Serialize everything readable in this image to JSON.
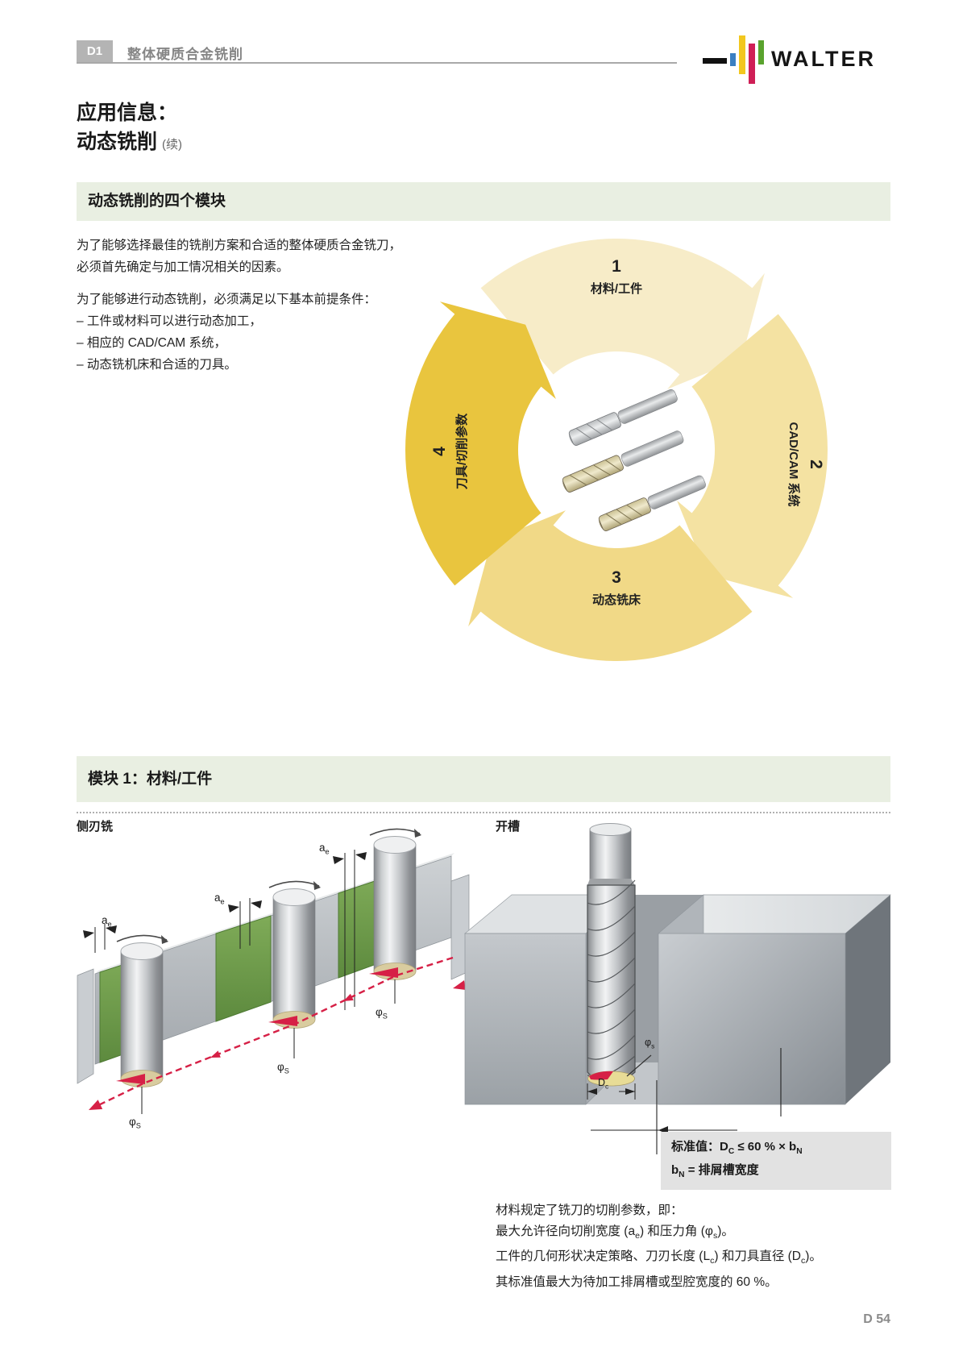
{
  "theme": {
    "band-green": "#e9efe2",
    "cycle1": "#f7ecc8",
    "cycle2": "#f4e2a2",
    "cycle3": "#f1d987",
    "cycle4": "#e9c53e",
    "accent-red": "#d62046",
    "logo-blue": "#3a7fc2",
    "logo-yellow": "#f2c71f",
    "logo-magenta": "#cf1f56",
    "logo-green": "#5aa32e"
  },
  "header": {
    "code": "D1",
    "title": "整体硬质合金铣削",
    "brand": "WALTER"
  },
  "title": {
    "line1": "应用信息：",
    "line2": "动态铣削",
    "cont": "(续)"
  },
  "overview": {
    "band": "动态铣削的四个模块",
    "p1l1": "为了能够选择最佳的铣削方案和合适的整体硬质合金铣刀，",
    "p1l2": "必须首先确定与加工情况相关的因素。",
    "p2": "为了能够进行动态铣削，必须满足以下基本前提条件：",
    "bullets": [
      "– 工件或材料可以进行动态加工，",
      "– 相应的 CAD/CAM 系统，",
      "– 动态铣机床和合适的刀具。"
    ],
    "modules": [
      {
        "number": "1",
        "label": "材料/工件"
      },
      {
        "number": "2",
        "label": "CAD/CAM 系统"
      },
      {
        "number": "3",
        "label": "动态铣床"
      },
      {
        "number": "4",
        "label": "刀具/切削参数"
      }
    ]
  },
  "module1": {
    "band": "模块 1：材料/工件",
    "caption_left": "侧刃铣",
    "caption_right": "开槽",
    "labels": {
      "ae": [
        {
          "t": "a"
        },
        {
          "s": "e"
        }
      ],
      "phis": [
        {
          "t": "φ"
        },
        {
          "s": "S"
        }
      ],
      "phis_small": [
        {
          "t": "φ"
        },
        {
          "s": "s"
        }
      ],
      "dc": [
        {
          "t": "D"
        },
        {
          "s": "c"
        }
      ]
    },
    "formula": {
      "line1": [
        {
          "t": "标准值：D"
        },
        {
          "s": "C"
        },
        {
          "t": " ≤ 60 % × b"
        },
        {
          "s": "N"
        }
      ],
      "line2": [
        {
          "t": "b"
        },
        {
          "s": "N"
        },
        {
          "t": " = 排屑槽宽度"
        }
      ]
    },
    "note": {
      "l1": [
        {
          "t": "材料规定了铣刀的切削参数，即："
        }
      ],
      "l2": [
        {
          "t": "最大允许径向切削宽度 (a"
        },
        {
          "s": "e"
        },
        {
          "t": ") 和压力角 (φ"
        },
        {
          "s": "s"
        },
        {
          "t": ")。"
        }
      ],
      "l3": [
        {
          "t": "工件的几何形状决定策略、刀刃长度 (L"
        },
        {
          "s": "c"
        },
        {
          "t": ") 和刀具直径 (D"
        },
        {
          "s": "c"
        },
        {
          "t": ")。"
        }
      ],
      "l4": [
        {
          "t": "其标准值最大为待加工排屑槽或型腔宽度的 60 %。"
        }
      ]
    }
  },
  "footer": {
    "page_number": "D 54"
  }
}
